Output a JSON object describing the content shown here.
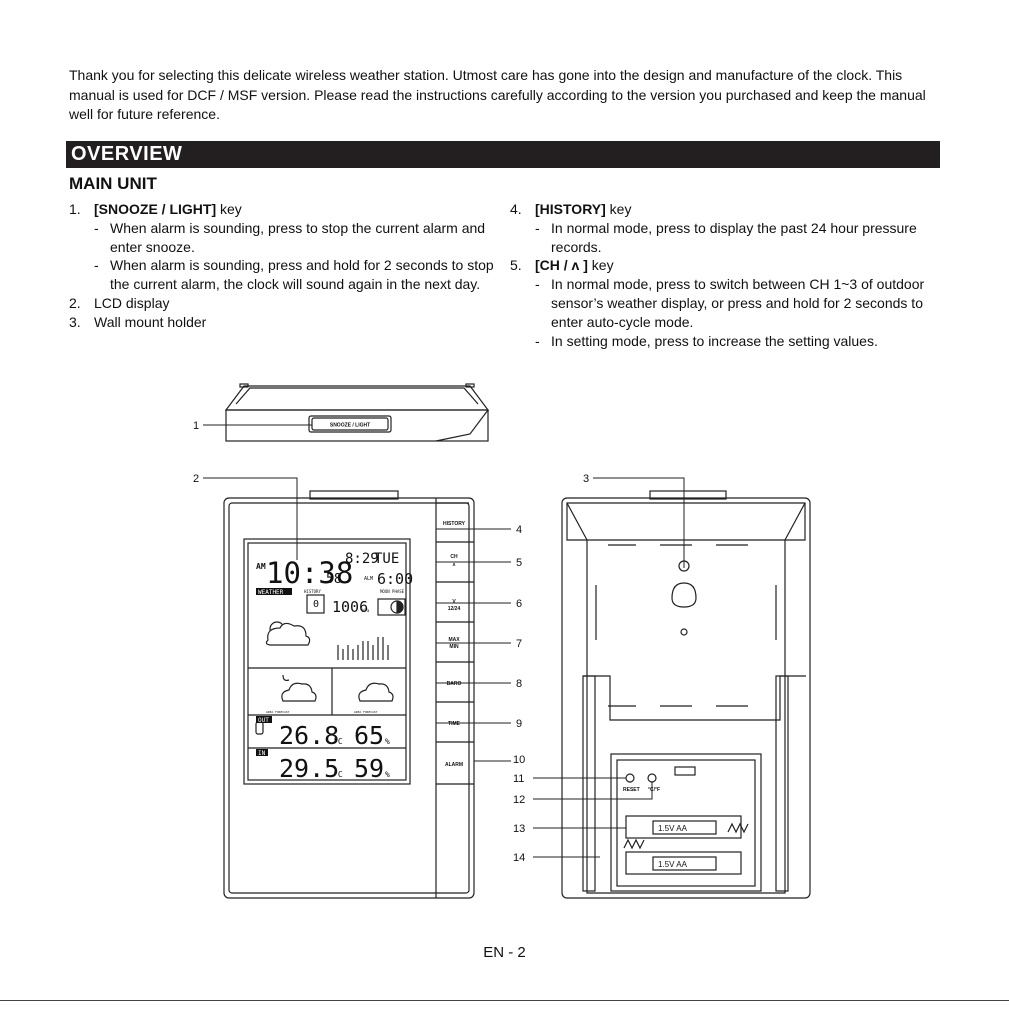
{
  "intro": "Thank you for selecting this delicate wireless weather station. Utmost care has gone into the design and manufacture of the clock. This manual is used for DCF / MSF version. Please read the instructions carefully according to the version you purchased and keep the manual well for future reference.",
  "section_title": "OVERVIEW",
  "subsection_title": "MAIN UNIT",
  "left_items": [
    {
      "num": "1.",
      "key": "[SNOOZE / LIGHT]",
      "suffix": " key",
      "subs": [
        "When alarm is sounding, press to stop the current alarm and enter snooze.",
        "When alarm is sounding, press and hold for 2 seconds to stop the current alarm, the clock will sound again in the next day."
      ]
    },
    {
      "num": "2.",
      "text": "LCD display"
    },
    {
      "num": "3.",
      "text": "Wall mount holder"
    }
  ],
  "right_items": [
    {
      "num": "4.",
      "key": "[HISTORY]",
      "suffix": " key",
      "subs": [
        "In normal mode, press to display the past 24 hour pressure records."
      ]
    },
    {
      "num": "5.",
      "key": "[CH / ʌ ]",
      "suffix": " key",
      "subs": [
        "In normal mode, press to switch between CH 1~3 of outdoor sensor’s weather display, or press and hold for 2 seconds to enter auto-cycle mode.",
        "In setting mode, press to increase the setting values."
      ]
    }
  ],
  "figure": {
    "callouts": [
      "1",
      "2",
      "3",
      "4",
      "5",
      "6",
      "7",
      "8",
      "9",
      "10",
      "11",
      "12",
      "13",
      "14"
    ],
    "top_button": "SNOOZE / LIGHT",
    "side_buttons": [
      "HISTORY",
      "CH\nʌ",
      "V\n12/24",
      "MAX\nMIN",
      "BARO",
      "TIME",
      "ALARM"
    ],
    "lcd": {
      "ampm": "AM",
      "time": "10:38",
      "seconds": "58",
      "date_time": "8:29",
      "day": "TUE",
      "alarm_time": "6:00",
      "alarm_label": "ALM",
      "weather_tag": "WEATHER",
      "history_label": "HISTORY",
      "history_value": "0",
      "pressure": "1006",
      "pressure_unit": "hPa",
      "moon_label": "MOON PHASE",
      "out_tag": "OUT",
      "out_temp": "26.8",
      "out_temp_unit": "°C",
      "out_hum": "65",
      "out_hum_unit": "%",
      "in_tag": "IN",
      "in_temp": "29.5",
      "in_temp_unit": "°C",
      "in_hum": "59",
      "in_hum_unit": "%",
      "forecast_left": "AREA FORECAST",
      "forecast_right": "AREA FORECAST"
    },
    "back": {
      "reset_label": "RESET",
      "c_f_label": "°C/°F",
      "battery_1": "1.5V AA",
      "battery_2": "1.5V AA"
    }
  },
  "page_number": "EN - 2"
}
